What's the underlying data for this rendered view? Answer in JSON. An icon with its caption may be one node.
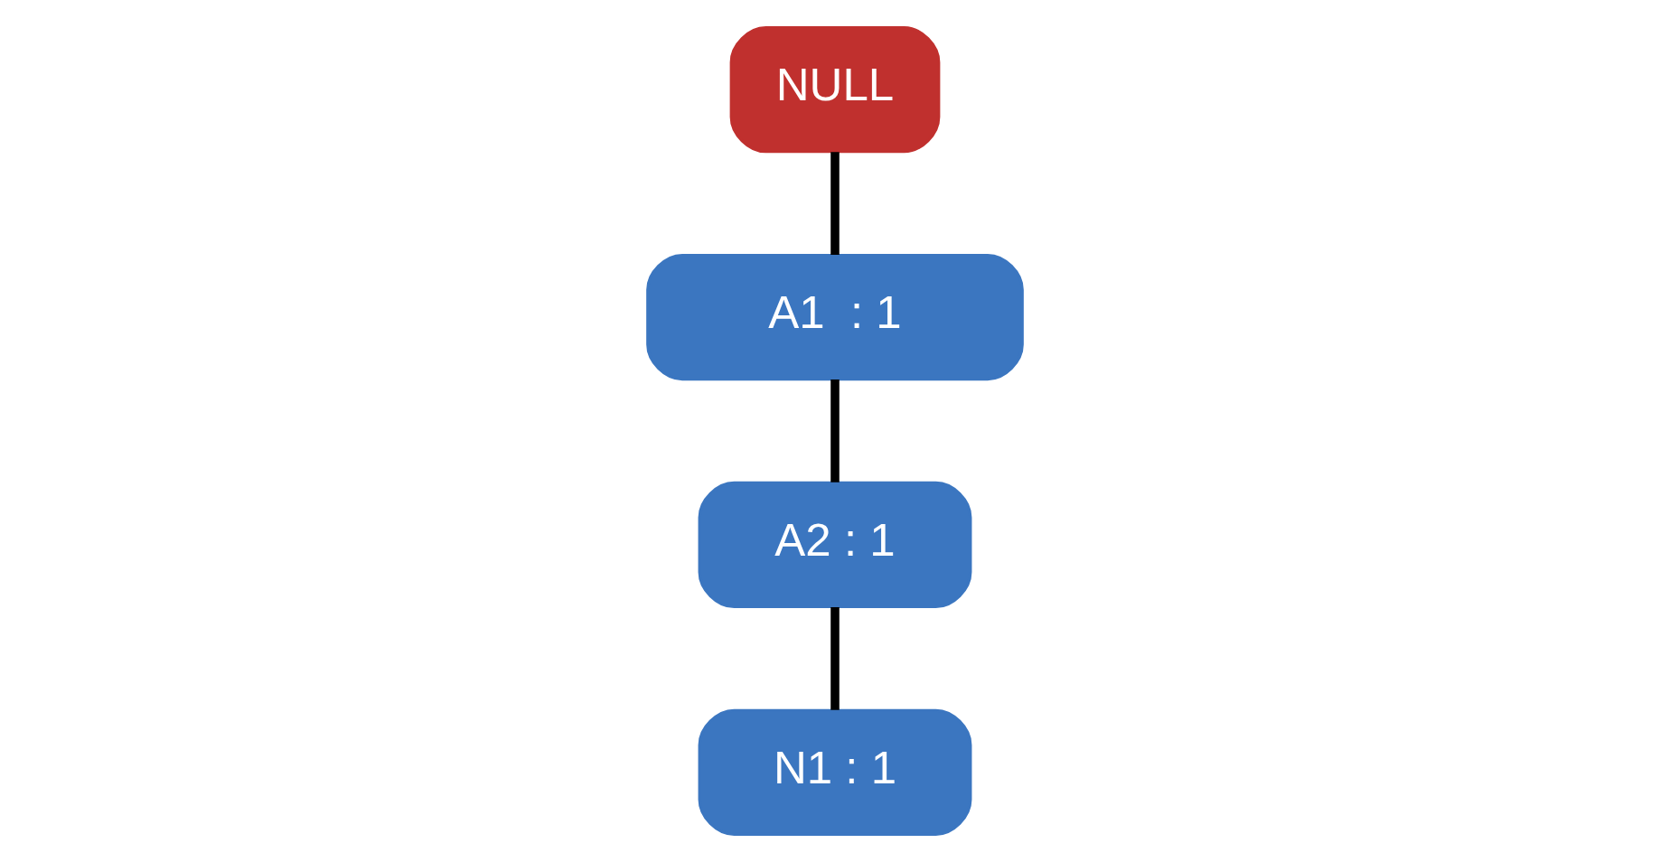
{
  "diagram": {
    "nodes": [
      {
        "text": [
          "NULL"
        ]
      },
      {
        "text": [
          "A1  : 1"
        ]
      },
      {
        "text": [
          "A2 : 1"
        ]
      },
      {
        "text": [
          "N1 : 1"
        ]
      }
    ],
    "edges": [
      {
        "from": 0,
        "to": 1,
        "arrow": "none"
      },
      {
        "from": 1,
        "to": 2,
        "arrow": "none"
      },
      {
        "from": 2,
        "to": 3,
        "arrow": "none"
      }
    ]
  }
}
